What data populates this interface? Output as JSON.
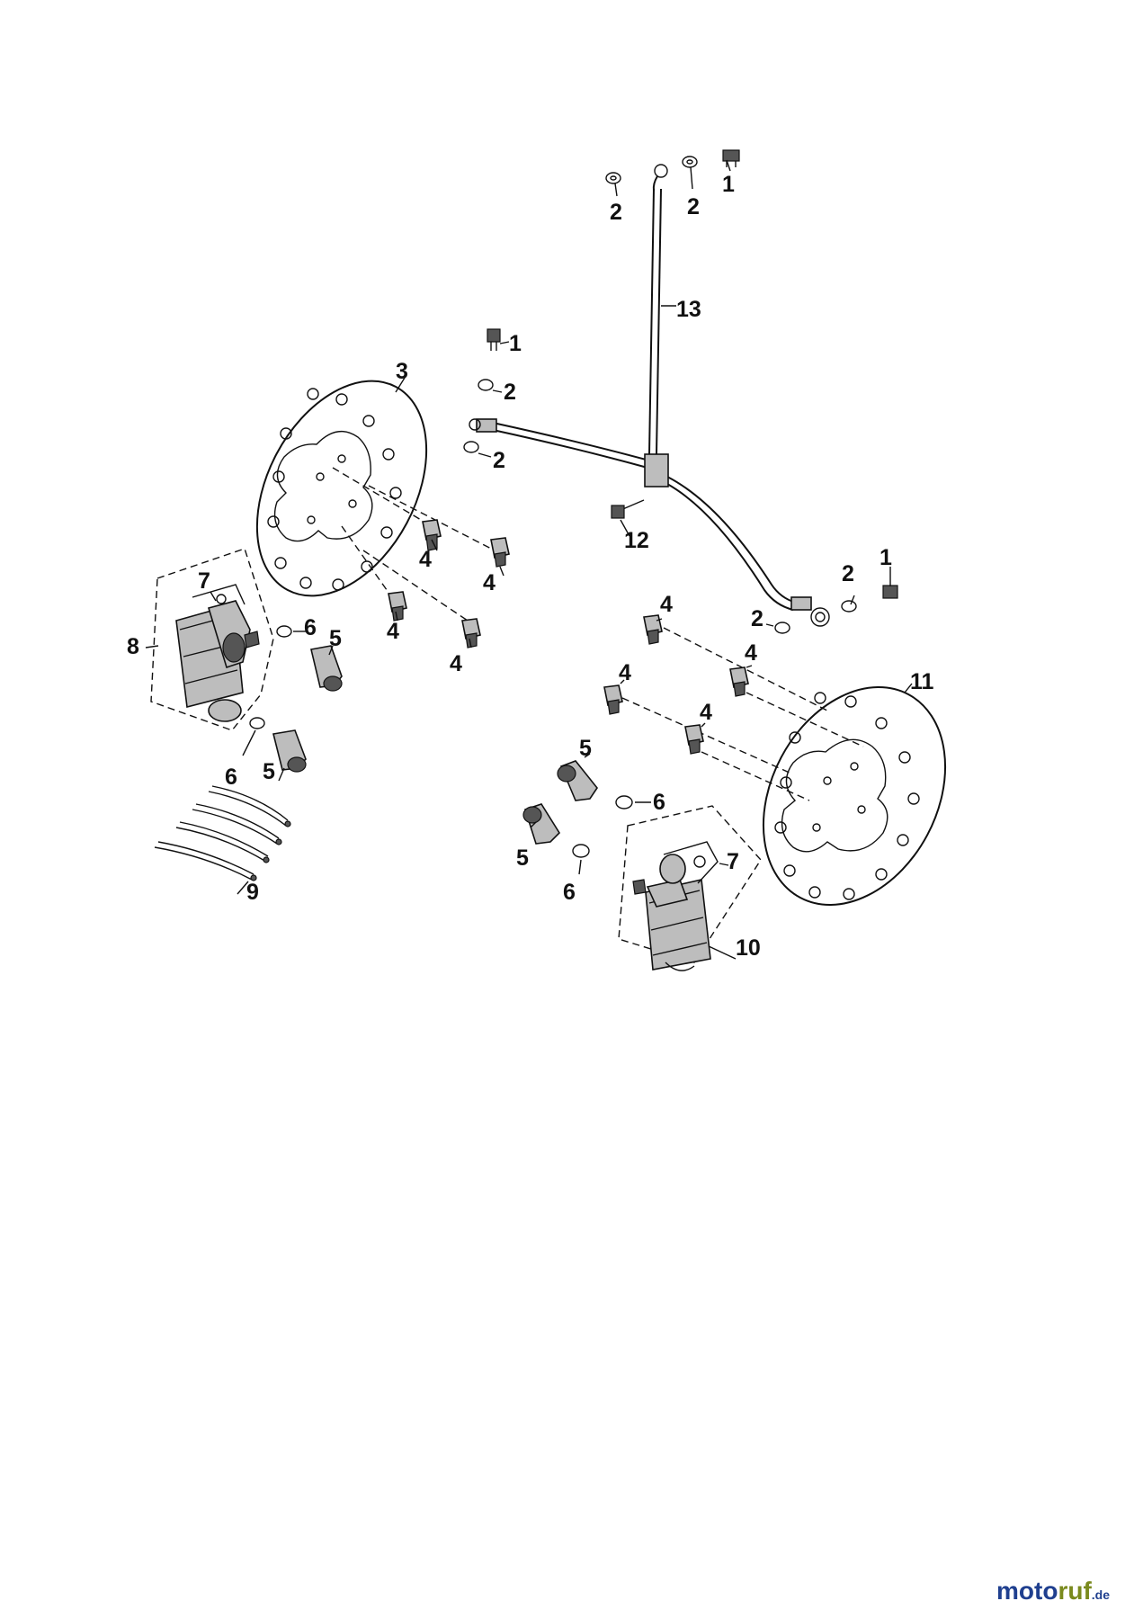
{
  "diagram": {
    "labels": [
      {
        "id": "l1a",
        "text": "1"
      },
      {
        "id": "l2a",
        "text": "2"
      },
      {
        "id": "l2b",
        "text": "2"
      },
      {
        "id": "l13",
        "text": "13"
      },
      {
        "id": "l1b",
        "text": "1"
      },
      {
        "id": "l2c",
        "text": "2"
      },
      {
        "id": "l2d",
        "text": "2"
      },
      {
        "id": "l3",
        "text": "3"
      },
      {
        "id": "l12",
        "text": "12"
      },
      {
        "id": "l2e",
        "text": "2"
      },
      {
        "id": "l1c",
        "text": "1"
      },
      {
        "id": "l2f",
        "text": "2"
      },
      {
        "id": "l4a",
        "text": "4"
      },
      {
        "id": "l4b",
        "text": "4"
      },
      {
        "id": "l4c",
        "text": "4"
      },
      {
        "id": "l4d",
        "text": "4"
      },
      {
        "id": "l7a",
        "text": "7"
      },
      {
        "id": "l8",
        "text": "8"
      },
      {
        "id": "l6a",
        "text": "6"
      },
      {
        "id": "l5a",
        "text": "5"
      },
      {
        "id": "l6b",
        "text": "6"
      },
      {
        "id": "l5b",
        "text": "5"
      },
      {
        "id": "l9",
        "text": "9"
      },
      {
        "id": "l4e",
        "text": "4"
      },
      {
        "id": "l4f",
        "text": "4"
      },
      {
        "id": "l4g",
        "text": "4"
      },
      {
        "id": "l4h",
        "text": "4"
      },
      {
        "id": "l11",
        "text": "11"
      },
      {
        "id": "l5c",
        "text": "5"
      },
      {
        "id": "l6c",
        "text": "6"
      },
      {
        "id": "l5d",
        "text": "5"
      },
      {
        "id": "l6d",
        "text": "6"
      },
      {
        "id": "l7b",
        "text": "7"
      },
      {
        "id": "l10",
        "text": "10"
      }
    ]
  },
  "brand": {
    "part1": "moto",
    "part2": "ruf",
    "suffix": ".de"
  }
}
